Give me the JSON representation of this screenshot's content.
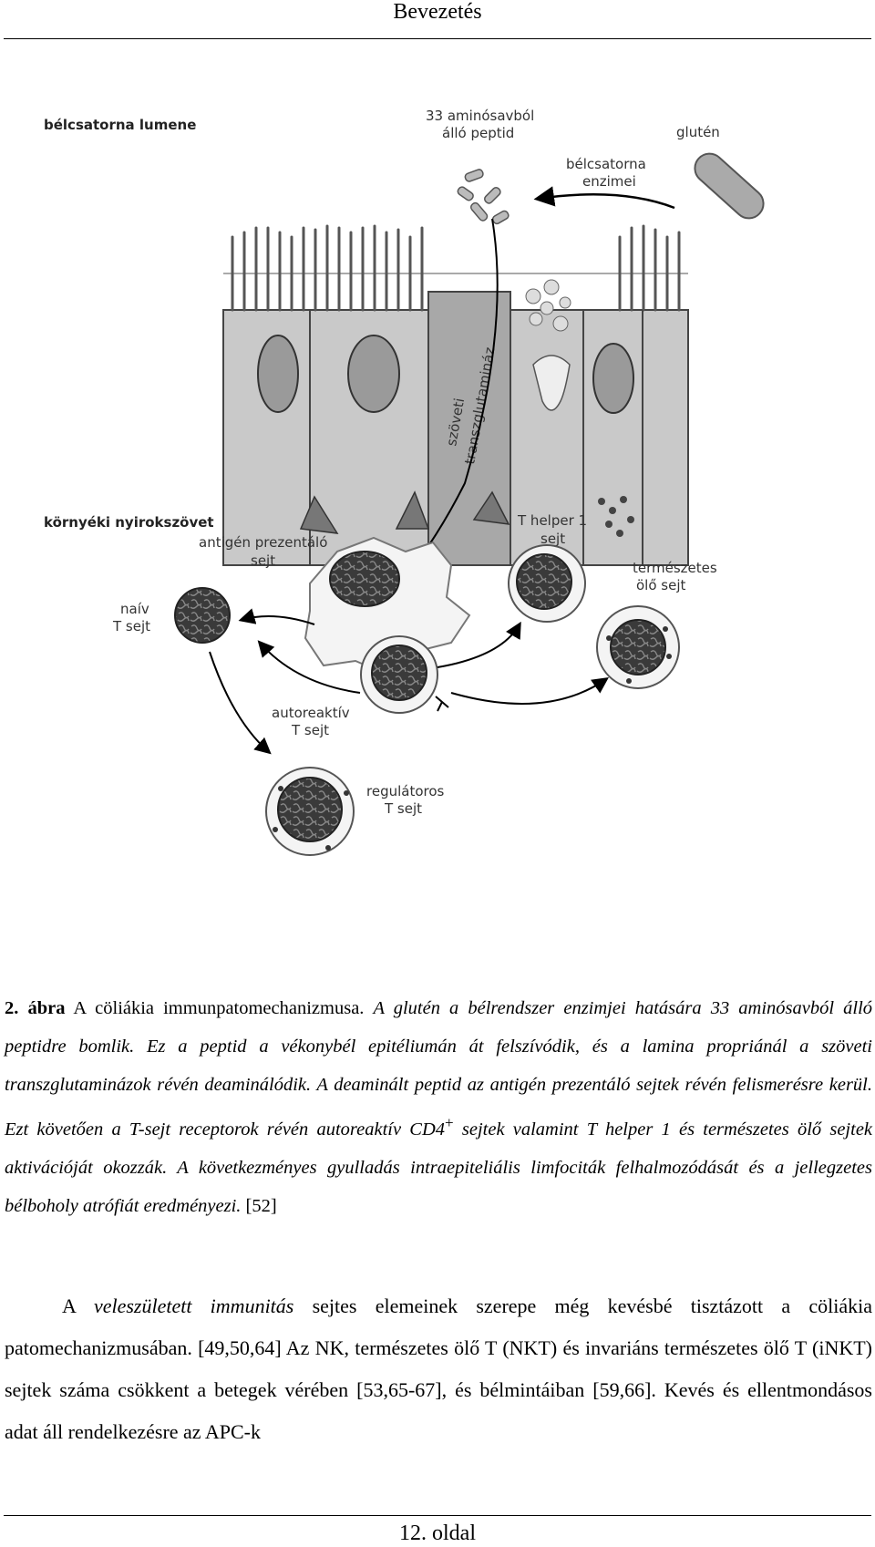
{
  "header": {
    "title": "Bevezetés"
  },
  "figure": {
    "labels": {
      "lumen": "bélcsatorna lumene",
      "peptide_1": "33 aminósavból",
      "peptide_2": "álló peptid",
      "gluten": "glutén",
      "enzymes_1": "bélcsatorna",
      "enzymes_2": "enzimei",
      "ttg_1": "szöveti",
      "ttg_2": "transzglutamináz",
      "lymph": "környéki nyirokszövet",
      "apc_1": "antigén prezentáló",
      "apc_2": "sejt",
      "th1_1": "T helper 1",
      "th1_2": "sejt",
      "nk_1": "természetes",
      "nk_2": "ölő sejt",
      "naive_1": "naív",
      "naive_2": "T sejt",
      "autoreactive_1": "autoreaktív",
      "autoreactive_2": "T sejt",
      "treg_1": "regulátoros",
      "treg_2": "T sejt"
    }
  },
  "caption": {
    "label": "2. ábra",
    "title": "A cöliákia immunpatomechanizmusa.",
    "italic_1": "A glutén a bélrendszer enzimjei hatására 33 aminósavból álló peptidre bomlik. Ez a peptid a vékonybél epitéliumán át felszívódik, és a lamina propriánál a szöveti transzglutaminázok révén deaminálódik. A deaminált peptid az antigén prezentáló sejtek révén felismerésre kerül. Ezt követően a T-sejt receptorok révén autoreaktív CD4",
    "superscript": "+",
    "italic_2": "sejtek valamint T helper 1 és természetes ölő sejtek aktivációját okozzák. A következményes gyulladás intraepiteliális limfociták felhalmozódását és a jellegzetes bélboholy atrófiát eredményezi.",
    "ref": "[52]"
  },
  "paragraph": {
    "part1": "A",
    "italic": "veleszületett immunitás",
    "part2": "sejtes elemeinek szerepe még kevésbé tisztázott a cöliákia patomechanizmusában. [49,50,64] Az NK, természetes ölő T (NKT) és invariáns természetes ölő T (iNKT) sejtek száma csökkent a betegek vérében [53,65-67], és bélmintáiban [59,66]. Kevés és ellentmondásos adat áll rendelkezésre az APC-k"
  },
  "footer": {
    "page": "12. oldal"
  }
}
